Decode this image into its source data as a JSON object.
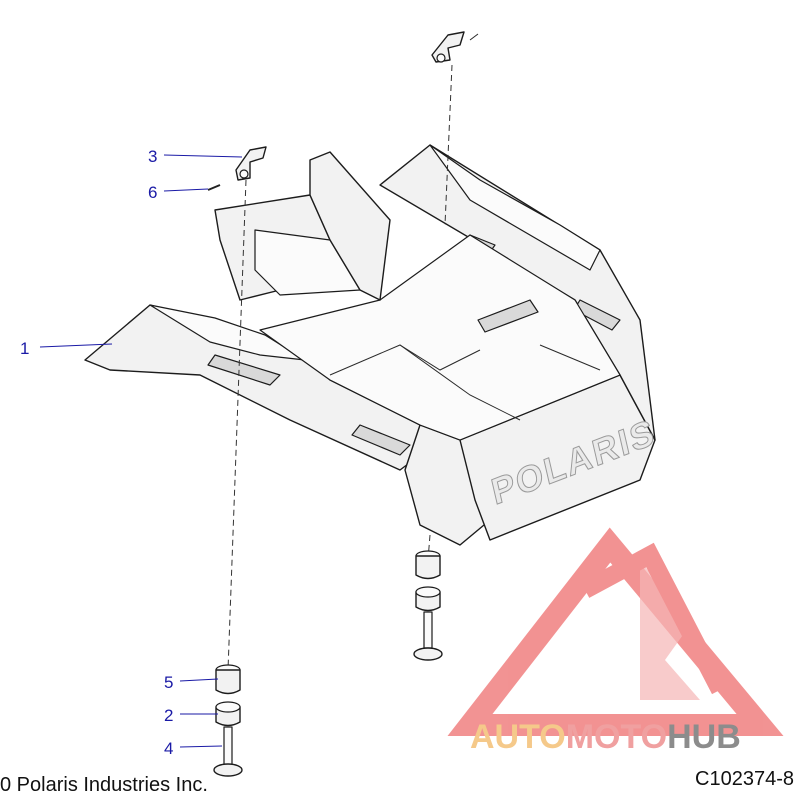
{
  "callouts": [
    {
      "label": "1"
    },
    {
      "label": "2"
    },
    {
      "label": "3"
    },
    {
      "label": "4"
    },
    {
      "label": "5"
    },
    {
      "label": "6"
    }
  ],
  "embossed_brand": "POLARIS",
  "copyright": "0 Polaris Industries Inc.",
  "figure_code": "C102374-8",
  "watermark": {
    "word1": "AUTO",
    "word2": "MOTO",
    "word3": "HUB",
    "color_auto": "#f5c98a",
    "color_moto": "#f0a0a0",
    "color_hub": "#8c8c8c",
    "logo_color": "#f08080"
  },
  "colors": {
    "callout": "#1a1aa6",
    "line": "#1c1c1c"
  }
}
